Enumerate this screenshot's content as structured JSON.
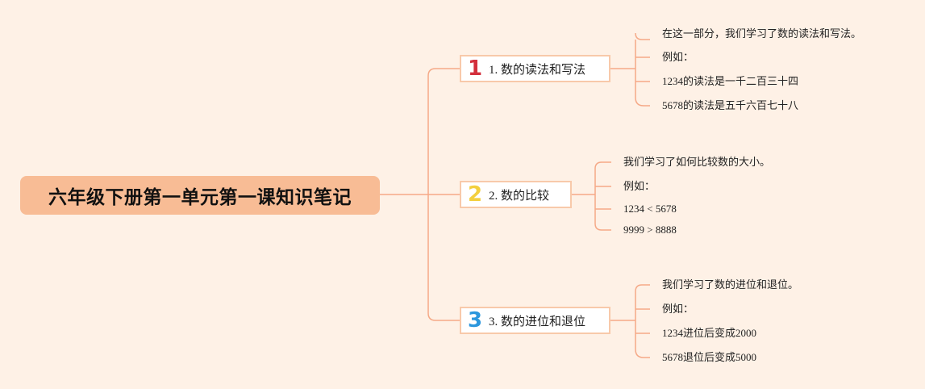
{
  "root": {
    "title": "六年级下册第一单元第一课知识笔记"
  },
  "topics": [
    {
      "number": "1",
      "label": "1. 数的读法和写法",
      "color": "#d32f3c",
      "notes": [
        "在这一部分，我们学习了数的读法和写法。",
        "例如：",
        "1234的读法是一千二百三十四",
        "5678的读法是五千六百七十八"
      ]
    },
    {
      "number": "2",
      "label": "2. 数的比较",
      "color": "#f3cf3e",
      "notes": [
        "我们学习了如何比较数的大小。",
        "例如：",
        "1234 < 5678",
        "9999 > 8888"
      ]
    },
    {
      "number": "3",
      "label": "3. 数的进位和退位",
      "color": "#2c97dd",
      "notes": [
        "我们学习了数的进位和退位。",
        "例如：",
        "1234进位后变成2000",
        "5678退位后变成5000"
      ]
    }
  ],
  "colors": {
    "background": "#fef1e6",
    "root_fill": "#f8bc95",
    "connector": "#f5a987",
    "topic_border": "#f8c9aa"
  }
}
